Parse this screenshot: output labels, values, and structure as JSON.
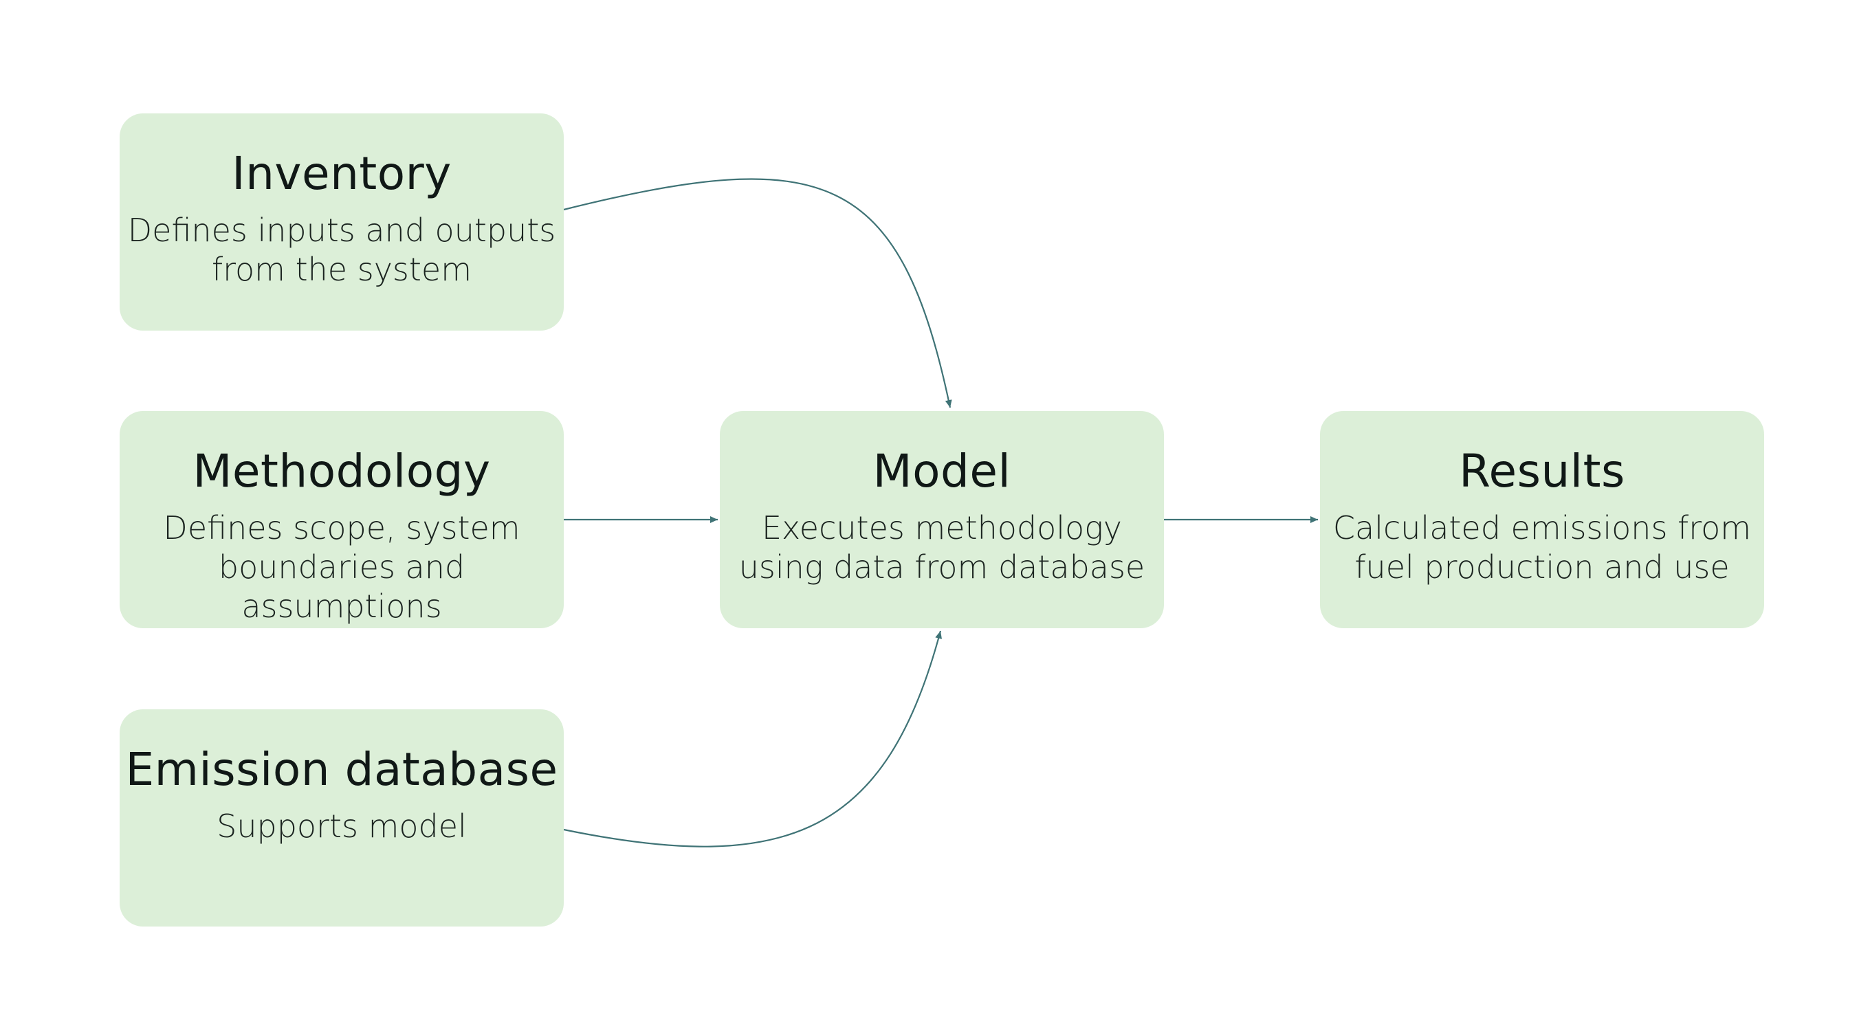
{
  "colors": {
    "node_fill": "#dcefd8",
    "connector": "#3f7376",
    "text": "#101816",
    "background": "#ffffff"
  },
  "nodes": {
    "inventory": {
      "title": "Inventory",
      "description": "Defines inputs and outputs\nfrom the system"
    },
    "methodology": {
      "title": "Methodology",
      "description": "Defines scope, system\nboundaries and assumptions"
    },
    "emission_database": {
      "title": "Emission database",
      "description": "Supports model"
    },
    "model": {
      "title": "Model",
      "description": "Executes methodology\nusing data from database"
    },
    "results": {
      "title": "Results",
      "description": "Calculated emissions from\nfuel production and use"
    }
  },
  "edges": [
    {
      "from": "inventory",
      "to": "model"
    },
    {
      "from": "methodology",
      "to": "model"
    },
    {
      "from": "emission_database",
      "to": "model"
    },
    {
      "from": "model",
      "to": "results"
    }
  ]
}
